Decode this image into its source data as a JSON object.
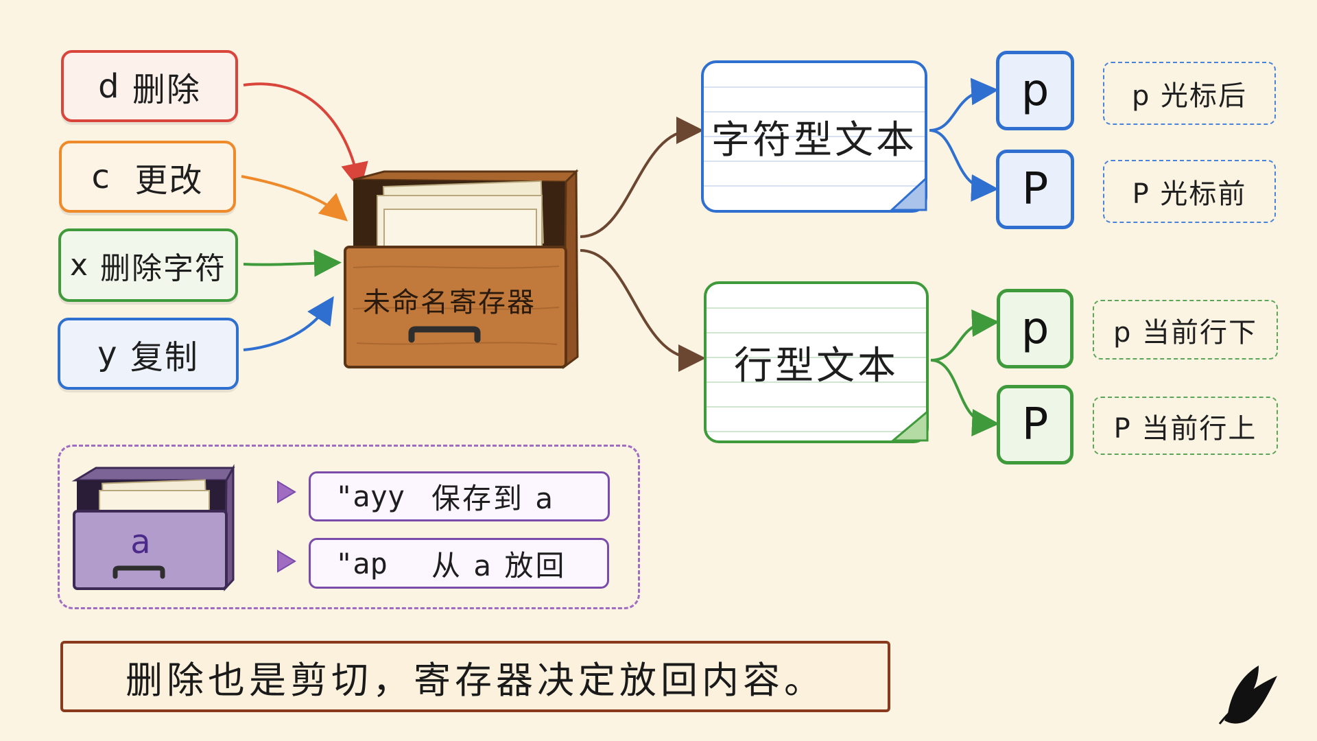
{
  "operations": [
    {
      "key": "d",
      "label": "删除"
    },
    {
      "key": "c",
      "label": "更改"
    },
    {
      "key": "x",
      "label": "删除字符"
    },
    {
      "key": "y",
      "label": "复制"
    }
  ],
  "register": {
    "label": "未命名寄存器"
  },
  "char_text": {
    "title": "字符型文本",
    "paste_after": {
      "key": "p",
      "desc": "p 光标后"
    },
    "paste_before": {
      "key": "P",
      "desc": "P 光标前"
    }
  },
  "line_text": {
    "title": "行型文本",
    "paste_after": {
      "key": "p",
      "desc": "p 当前行下"
    },
    "paste_before": {
      "key": "P",
      "desc": "P 当前行上"
    }
  },
  "named_register": {
    "label": "a",
    "commands": [
      {
        "code": "\"ayy",
        "desc": "保存到 a"
      },
      {
        "code": "\"ap",
        "desc": "从 a 放回"
      }
    ]
  },
  "summary": "删除也是剪切，寄存器决定放回内容。",
  "colors": {
    "delete": "#d9443b",
    "change": "#ee8a2a",
    "delete_char": "#3e9a3b",
    "yank": "#2f6fd0",
    "char_text": "#2f6fd0",
    "line_text": "#3e9a3b",
    "named_register": "#7b4bab",
    "wood": "#c27a3c"
  },
  "icons": {
    "drawer": "file-drawer-icon",
    "named_drawer": "purple-drawer-icon",
    "logo": "butterfly-logo-icon",
    "arrow": "play-arrow-icon"
  }
}
